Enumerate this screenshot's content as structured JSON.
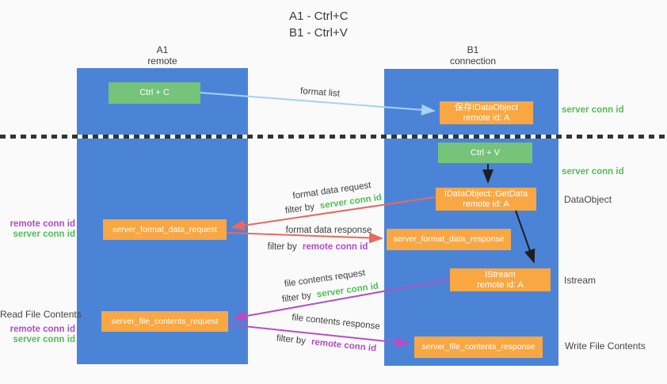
{
  "page": {
    "title_line1": "A1 - Ctrl+C",
    "title_line2": "B1 - Ctrl+V"
  },
  "lifelines": {
    "left": {
      "name": "A1",
      "subtitle": "remote"
    },
    "right": {
      "name": "B1",
      "subtitle": "connection"
    }
  },
  "nodes": {
    "ctrl_c": {
      "label": "Ctrl + C"
    },
    "save_idataobject": {
      "line1": "保存IDataObject",
      "line2": "remote id: A"
    },
    "ctrl_v": {
      "label": "Ctrl + V"
    },
    "getdata": {
      "line1": "IDataObject::GetData",
      "line2": "remote id: A"
    },
    "format_request": {
      "label": "server_format_data_request"
    },
    "format_response": {
      "label": "server_format_data_response"
    },
    "istream": {
      "line1": "IStream",
      "line2": "remote id: A"
    },
    "file_request": {
      "label": "server_file_contents_request"
    },
    "file_response": {
      "label": "server_file_contents_response"
    }
  },
  "arrow_labels": {
    "format_list": "format list",
    "format_data_request": "format data request",
    "format_data_response": "format data response",
    "file_contents_request": "file contents request",
    "file_contents_response": "file contents response",
    "filter_by": "filter by",
    "server_conn_id": "server conn id",
    "remote_conn_id": "remote conn id"
  },
  "side_labels": {
    "server_conn_id": "server conn id",
    "remote_conn_id": "remote conn id",
    "dataobject": "DataObject",
    "istream": "Istream",
    "read_file_contents": "Read File Contents",
    "write_file_contents": "Write File Contents"
  },
  "colors": {
    "lifeline_blue": "#4b84d7",
    "node_green": "#76c37a",
    "node_orange": "#f9a743",
    "arrow_red": "#e8695e",
    "arrow_purple": "#b44fc3",
    "arrow_light_blue": "#a8d2f0",
    "arrow_black": "#1e1e1e",
    "label_green": "#53bd57",
    "label_purple": "#b04cc8",
    "divider_dark": "#333333"
  }
}
